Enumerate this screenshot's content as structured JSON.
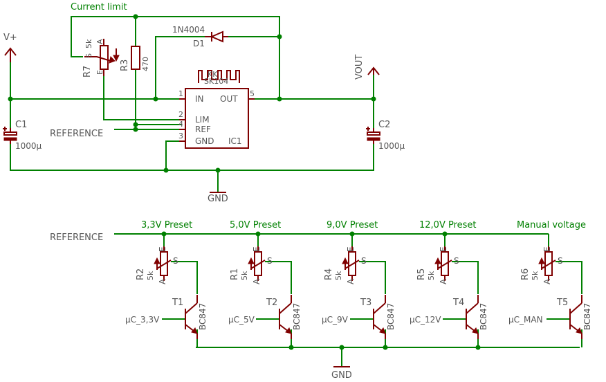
{
  "top_circuit": {
    "current_limit_label": "Current limit",
    "vplus_label": "V+",
    "vout_label": "VOUT",
    "reference_label": "REFERENCE",
    "gnd_label": "GND",
    "r7": {
      "name": "R7",
      "value": "5k",
      "pin_s": "S",
      "pin_a": "A",
      "pin_e": "E"
    },
    "r3": {
      "name": "R3",
      "value": "470"
    },
    "d1": {
      "name": "D1",
      "value": "1N4004"
    },
    "c1": {
      "name": "C1",
      "value": "1000µ"
    },
    "c2": {
      "name": "C2",
      "value": "1000µ"
    },
    "ic1": {
      "name": "IC1",
      "heatsink_label_1": "KK",
      "heatsink_label_2": "SK104",
      "pin_in": "IN",
      "pin_out": "OUT",
      "pin_lim": "LIM",
      "pin_ref": "REF",
      "pin_gnd": "GND",
      "num_in": "1",
      "num_out": "5",
      "num_lim": "2",
      "num_ref": "4",
      "num_gnd": "3"
    }
  },
  "bottom_circuit": {
    "reference_label": "REFERENCE",
    "gnd_label": "GND",
    "channels": [
      {
        "preset_label": "3,3V Preset",
        "resistor": "R2",
        "resistor_value": "5k",
        "transistor": "T1",
        "transistor_type": "BC847",
        "input": "µC_3,3V",
        "pin_e": "E",
        "pin_s": "S",
        "pin_a": "A"
      },
      {
        "preset_label": "5,0V Preset",
        "resistor": "R1",
        "resistor_value": "5k",
        "transistor": "T2",
        "transistor_type": "BC847",
        "input": "µC_5V",
        "pin_e": "E",
        "pin_s": "S",
        "pin_a": "A"
      },
      {
        "preset_label": "9,0V Preset",
        "resistor": "R4",
        "resistor_value": "5k",
        "transistor": "T3",
        "transistor_type": "BC847",
        "input": "µC_9V",
        "pin_e": "E",
        "pin_s": "S",
        "pin_a": "A"
      },
      {
        "preset_label": "12,0V Preset",
        "resistor": "R5",
        "resistor_value": "5k",
        "transistor": "T4",
        "transistor_type": "BC847",
        "input": "µC_12V",
        "pin_e": "E",
        "pin_s": "S",
        "pin_a": "A"
      },
      {
        "preset_label": "Manual voltage",
        "resistor": "R6",
        "resistor_value": "5k",
        "transistor": "T5",
        "transistor_type": "BC847",
        "input": "µC_MAN",
        "pin_e": "E",
        "pin_s": "S",
        "pin_a": "A"
      }
    ]
  }
}
